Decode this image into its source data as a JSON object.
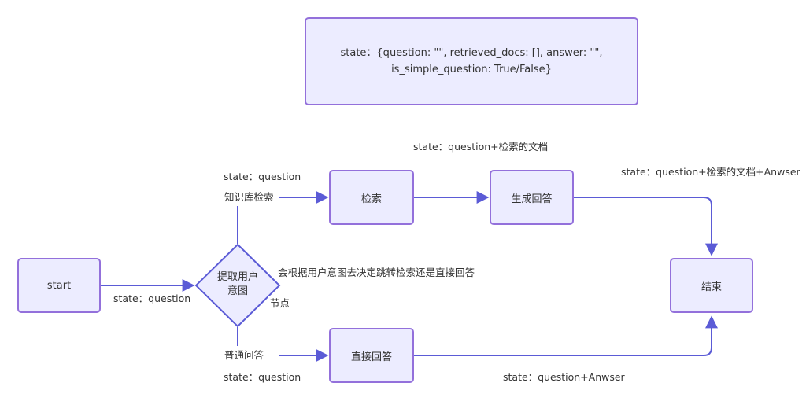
{
  "nodes": {
    "state_def_line1": "state：{question: \"\", retrieved_docs: [], answer: \"\",",
    "state_def_line2": "is_simple_question: True/False}",
    "start": "start",
    "intent_line1": "提取用户",
    "intent_line2": "意图",
    "retrieve": "检索",
    "generate": "生成回答",
    "direct": "直接回答",
    "end": "结束"
  },
  "labels": {
    "start_to_intent": "state：question",
    "kb_branch_state": "state：question",
    "kb_branch": "知识库检索",
    "normal_branch": "普通问答",
    "normal_branch_state": "state：question",
    "retrieve_to_generate": "state：question+检索的文档",
    "generate_to_end": "state：question+检索的文档+Anwser",
    "direct_to_end": "state：question+Anwser",
    "intent_note": "会根据用户意图去决定跳转检索还是直接回答",
    "intent_tag": "节点"
  },
  "colors": {
    "node_fill": "#ECECFF",
    "node_border": "#9370DB",
    "edge": "#5B5BD6"
  }
}
